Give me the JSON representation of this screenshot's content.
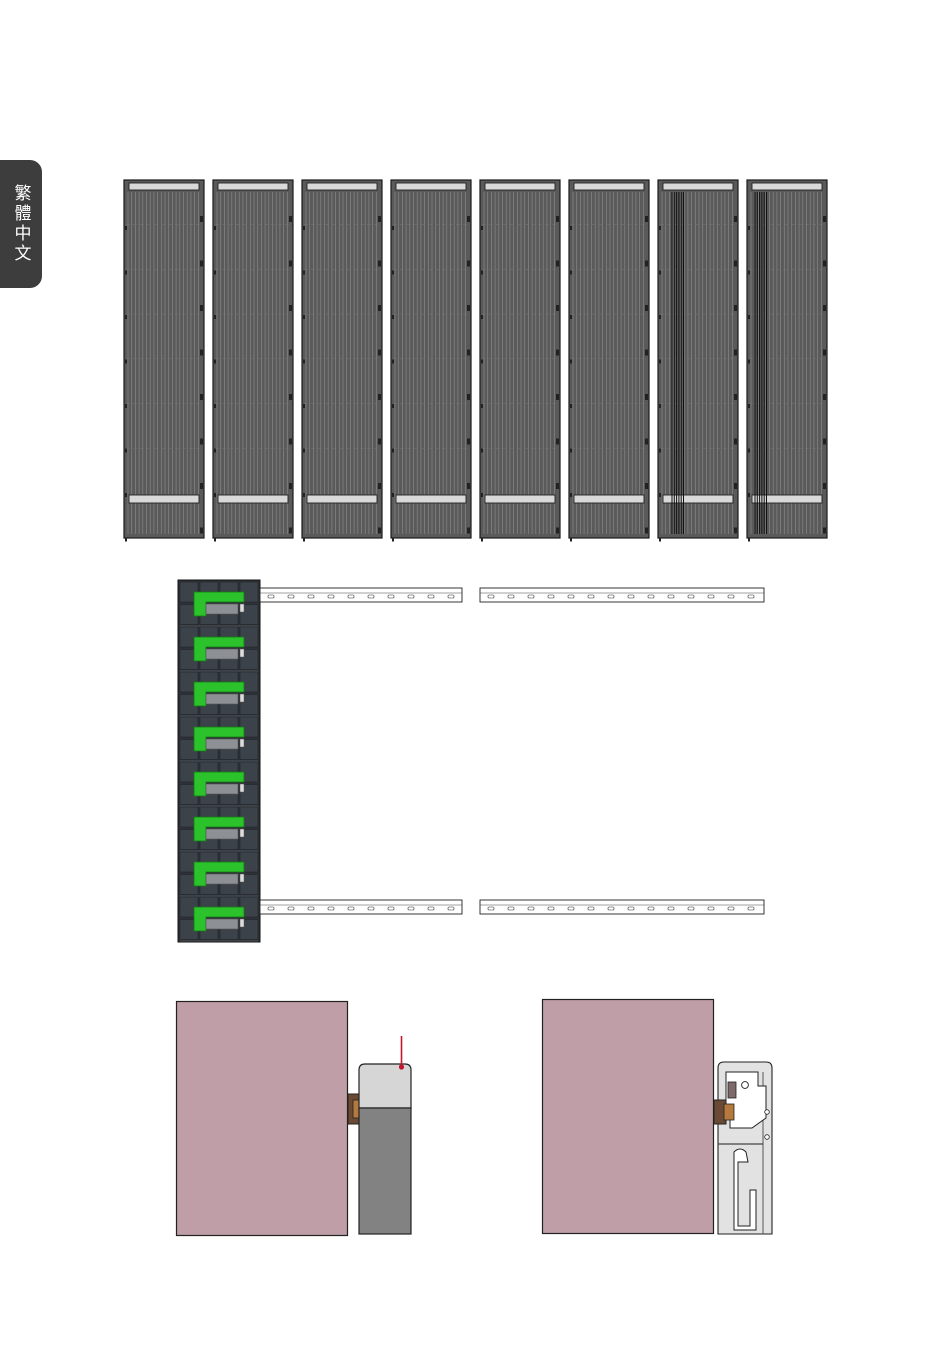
{
  "sidebar": {
    "language_label": "繁體中文"
  },
  "panels_row": {
    "panel_count": 8,
    "special_panels": [
      7,
      8
    ]
  },
  "rail_assembly": {
    "module_count": 8
  },
  "detail_views": [
    "side-section-left",
    "side-section-right"
  ],
  "colors": {
    "panel_body": "#5a5a5a",
    "panel_rib": "#888888",
    "module_green": "#2bc22b",
    "wall": "#bf9ea7",
    "bracket_top": "#d6d6d6",
    "bracket_body": "#828282",
    "pointer": "#c3172e",
    "copper": "#b5793d"
  }
}
